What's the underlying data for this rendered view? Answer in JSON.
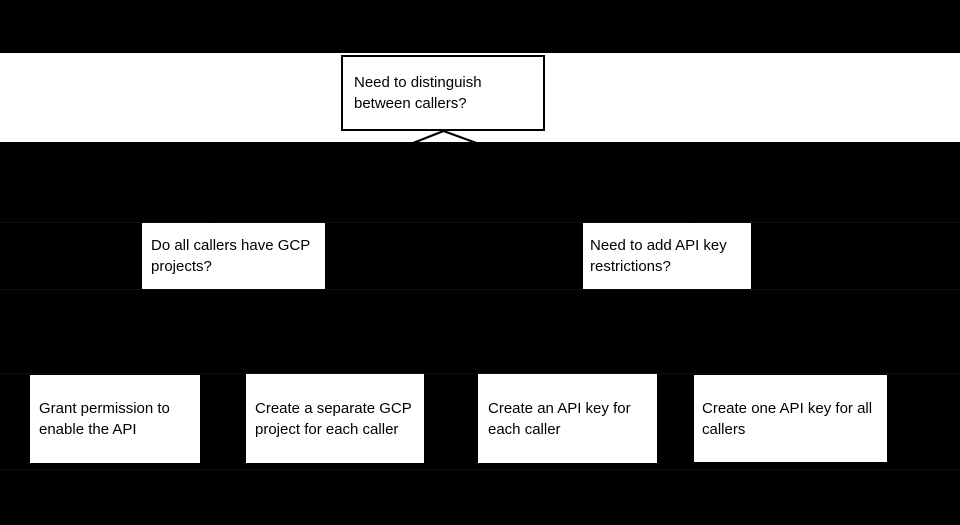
{
  "colors": {
    "background": "#000000",
    "band": "#ffffff",
    "node_fill": "#ffffff",
    "node_border": "#000000",
    "text": "#000000",
    "connector": "#000000",
    "seam": "#0d0d0d"
  },
  "flowchart": {
    "root": {
      "label": "Need to distinguish between callers?"
    },
    "branches": [
      {
        "label": "Do all callers have GCP projects?"
      },
      {
        "label": "Need to add API key restrictions?"
      }
    ],
    "outcomes": [
      {
        "label": "Grant permission to enable the API"
      },
      {
        "label": "Create a separate GCP project for each caller"
      },
      {
        "label": "Create an API key for each caller"
      },
      {
        "label": "Create one API key for all callers"
      }
    ]
  }
}
